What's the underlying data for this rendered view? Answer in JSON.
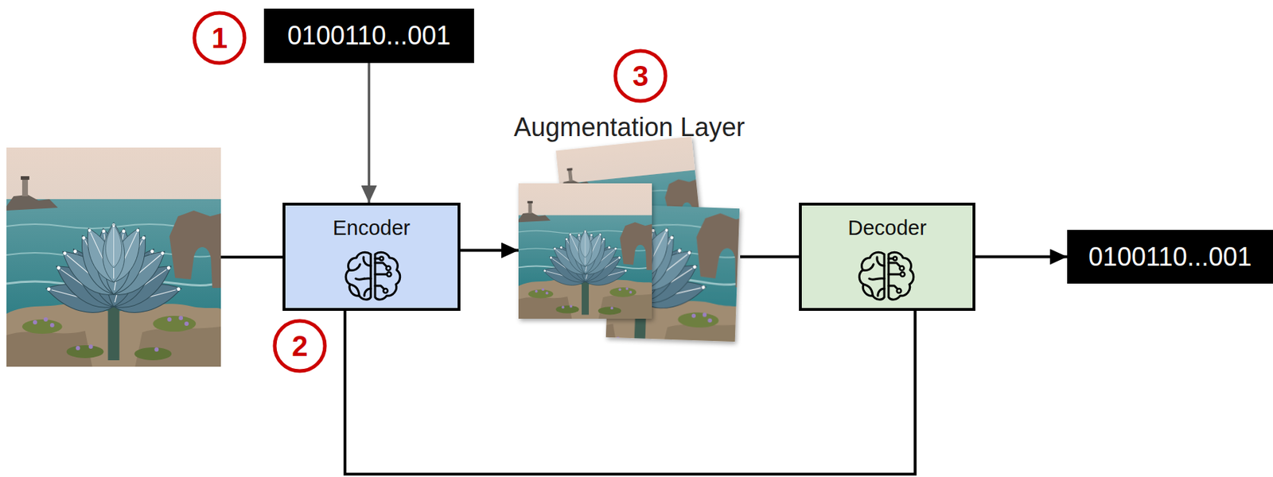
{
  "diagram": {
    "nodes": [
      {
        "text": [
          "0100110...001"
        ]
      },
      {
        "text": [
          "Encoder"
        ]
      },
      {
        "text": [
          "Augmentation Layer"
        ]
      },
      {
        "text": [
          "Decoder"
        ]
      },
      {
        "text": [
          "0100110...001"
        ]
      }
    ],
    "edges": [
      {
        "from": 0,
        "to": 1,
        "arrow": "to"
      },
      {
        "from": 1,
        "to": 2,
        "arrow": "to"
      },
      {
        "from": 2,
        "to": 3,
        "arrow": "none"
      },
      {
        "from": 3,
        "to": 4,
        "arrow": "to"
      },
      {
        "from": 1,
        "to": 3,
        "arrow": "none"
      }
    ],
    "labels": [
      "1",
      "2",
      "3"
    ]
  }
}
